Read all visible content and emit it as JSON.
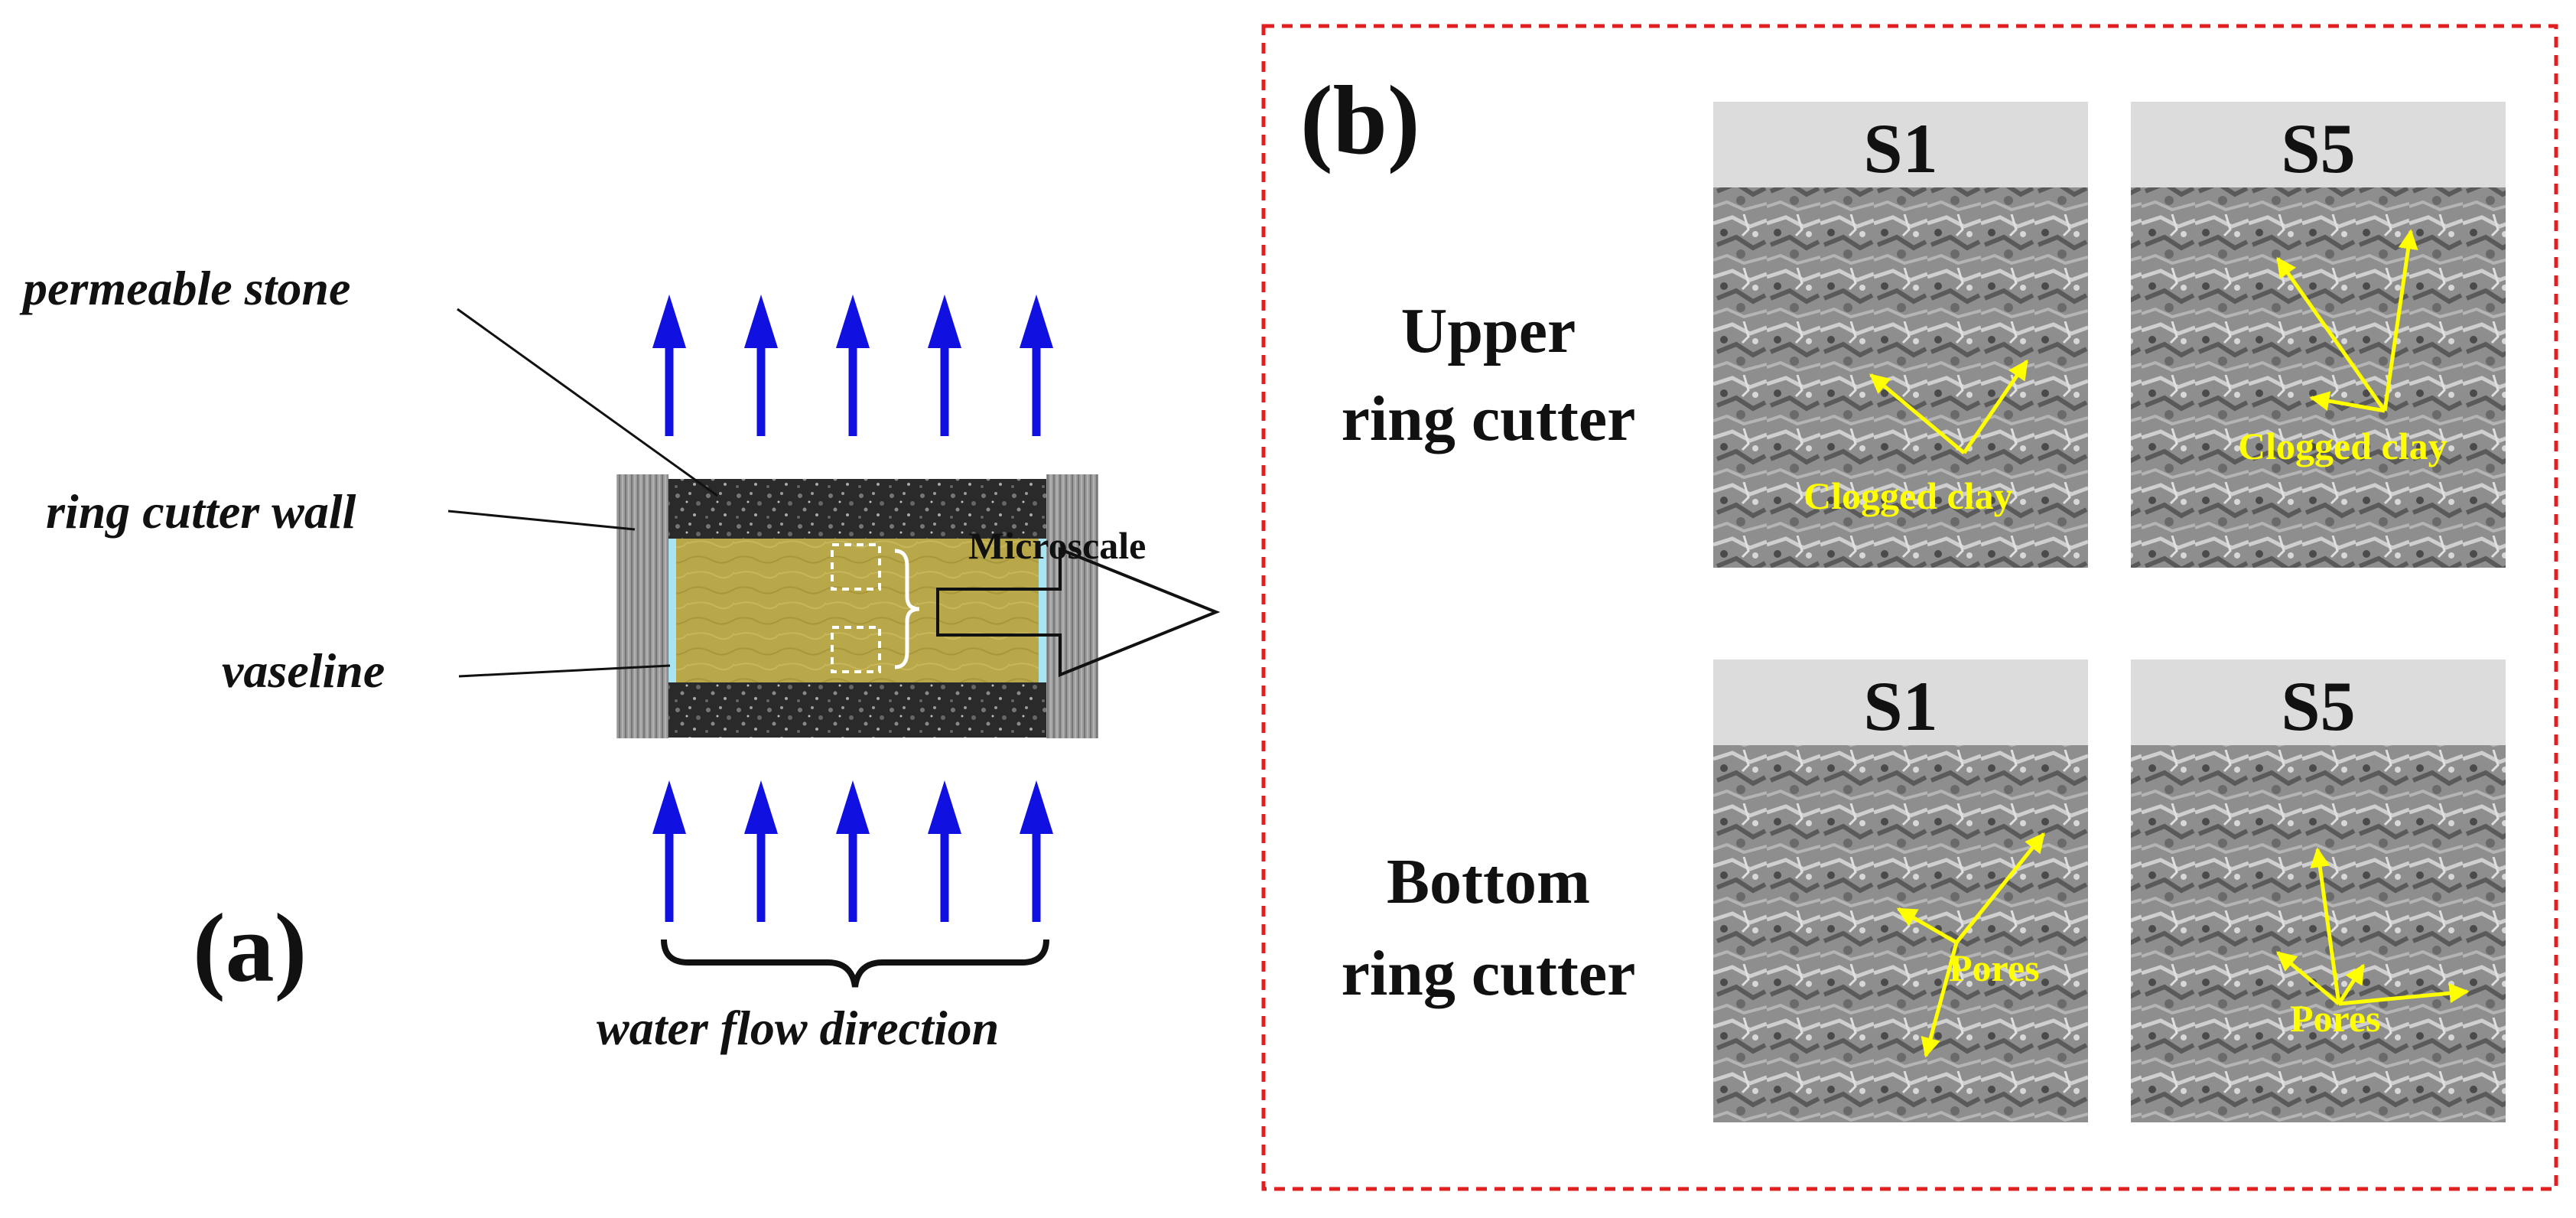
{
  "panel_a": {
    "letter": "(a)",
    "labels": {
      "permeable_stone": "permeable stone",
      "ring_cutter_wall": "ring cutter wall",
      "vaseline": "vaseline",
      "microscale": "Microscale",
      "water_flow": "water flow direction"
    },
    "arrow_color": "#1010e0",
    "soil_color": "#b9a84a",
    "stone_color": "#2a2a2a",
    "vaseline_color": "#a8e4f2"
  },
  "panel_b": {
    "letter": "(b)",
    "border_color": "#e02020",
    "rows": [
      {
        "label_line1": "Upper",
        "label_line2": "ring cutter",
        "images": [
          {
            "column": "S1",
            "annotation": "Clogged clay"
          },
          {
            "column": "S5",
            "annotation": "Clogged clay"
          }
        ]
      },
      {
        "label_line1": "Bottom",
        "label_line2": "ring cutter",
        "images": [
          {
            "column": "S1",
            "annotation": "Pores"
          },
          {
            "column": "S5",
            "annotation": "Pores"
          }
        ]
      }
    ],
    "annotation_color": "#ffff00",
    "header_bg": "#dcdcdc"
  }
}
